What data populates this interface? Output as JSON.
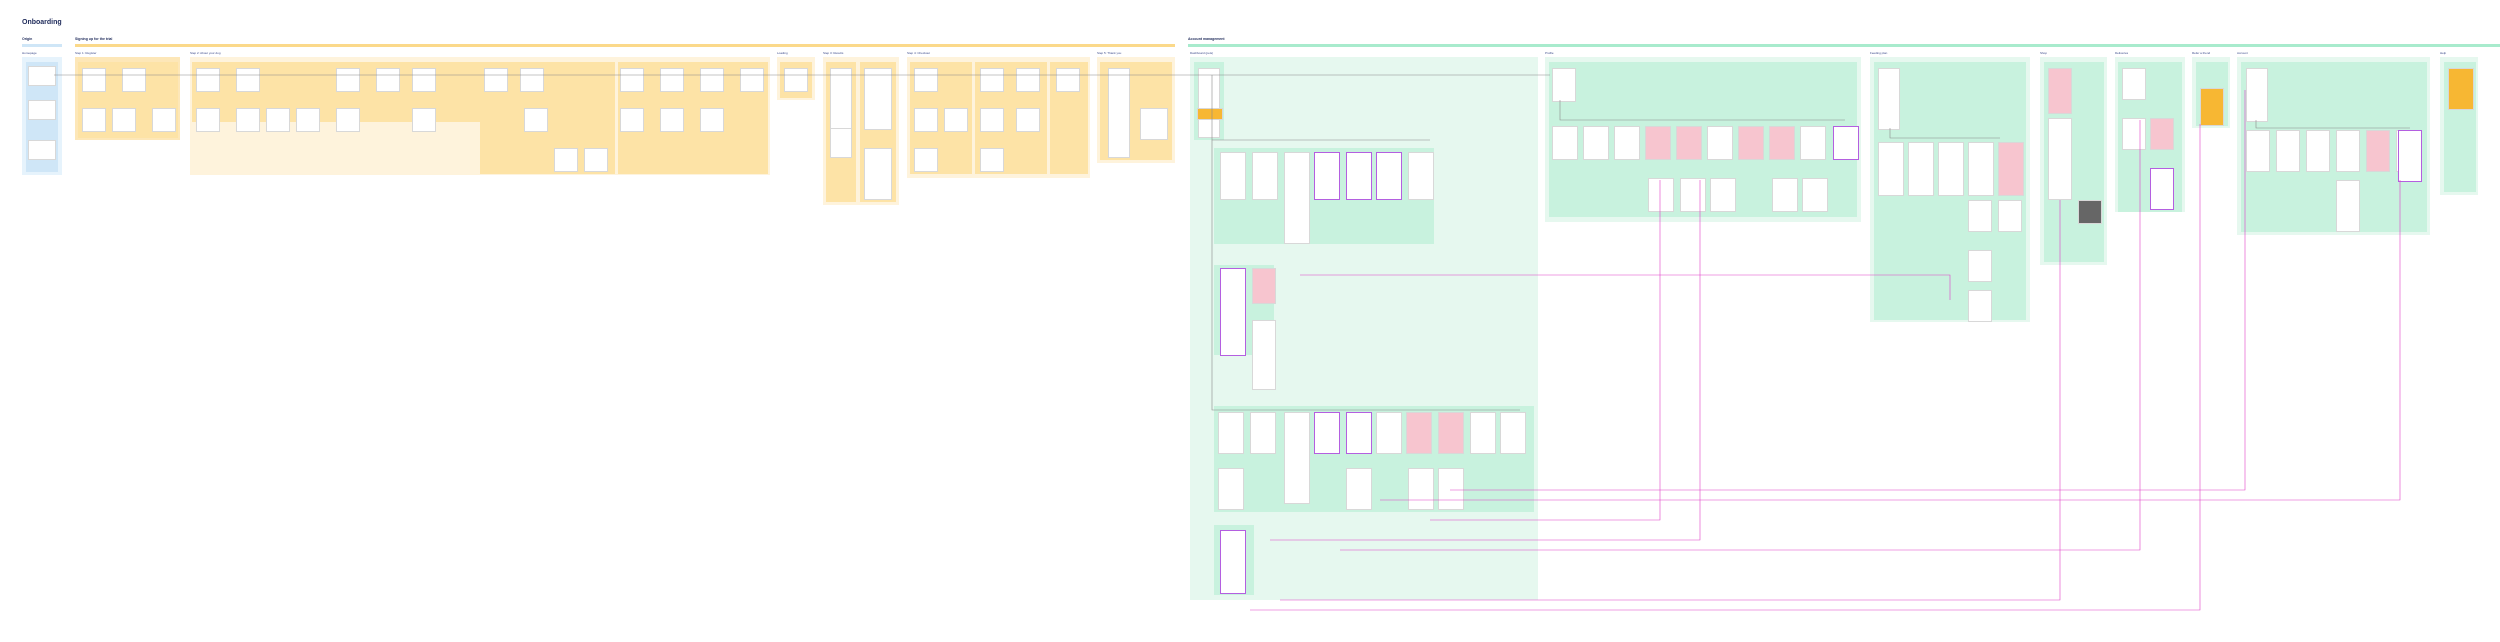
{
  "page_title": "Onboarding",
  "groups": {
    "origin": {
      "label": "Origin",
      "sections": {
        "homepage": "Homepage"
      }
    },
    "signup": {
      "label": "Signing up for the trial",
      "sections": {
        "step1": "Step 1: Register",
        "step2": "Step 2: About your dog",
        "loading": "Loading",
        "step3": "Step 3: Results",
        "step4": "Step 4: Checkout",
        "step5": "Step 5: Thank you"
      }
    },
    "account": {
      "label": "Account management",
      "sections": {
        "dashboard": "Dashboard (pets)",
        "profile": "Profile",
        "feeding": "Feeding plan",
        "shop": "Shop",
        "deliveries": "Deliveries",
        "refer": "Refer a friend",
        "account": "Account",
        "help": "Help"
      }
    }
  },
  "colors": {
    "origin": "#dbeefa",
    "signup": "#fde7b8",
    "account": "#c8f2de",
    "wire": "#e040c8"
  }
}
